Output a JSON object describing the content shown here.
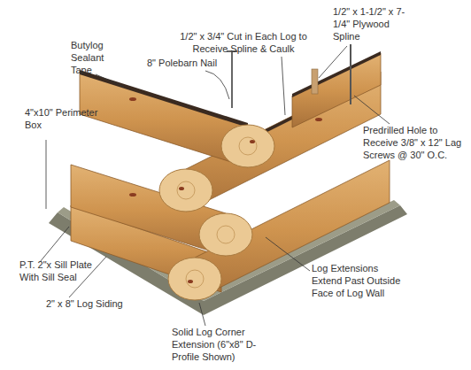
{
  "diagram": {
    "labels": [
      "1/2\" x 3/4\" Cut in Each Log to Receive Spline & Caulk",
      "1/2\" x 1-1/2\" x 7-1/4\" Plywood Spline",
      "Butylog Sealant Tape",
      "8\" Polebarn Nail",
      "4\"x10\" Perimeter Box",
      "Predrilled Hole to Receive 3/8\" x 12\" Lag Screws @ 30\" O.C.",
      "P.T. 2\"x Sill Plate With Sill Seal",
      "2\" x 8\" Log Siding",
      "Log Extensions Extend Past Outside Face of Log Wall",
      "Solid Log Corner Extension (6\"x8\" D-Profile Shown)"
    ]
  }
}
